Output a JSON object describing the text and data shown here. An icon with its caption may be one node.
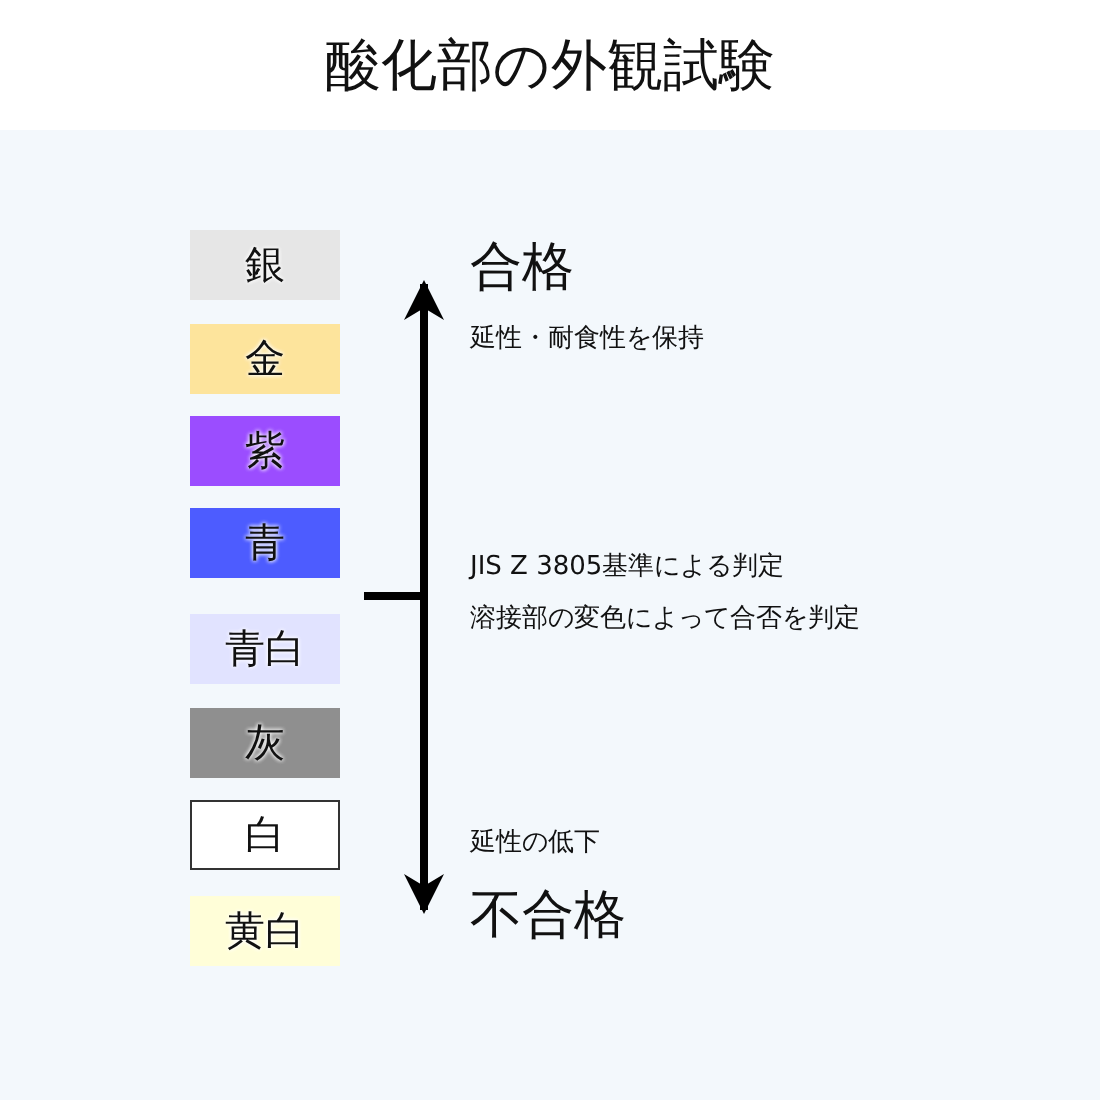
{
  "diagram": {
    "title": "酸化部の外観試験",
    "nodes": [
      {
        "text": [
          "銀"
        ]
      },
      {
        "text": [
          "金"
        ]
      },
      {
        "text": [
          "紫"
        ]
      },
      {
        "text": [
          "青"
        ]
      },
      {
        "text": [
          "青白"
        ]
      },
      {
        "text": [
          "灰"
        ]
      },
      {
        "text": [
          "白"
        ]
      },
      {
        "text": [
          "黄白"
        ]
      }
    ],
    "labels": [
      "合格",
      "延性・耐食性を保持",
      "JIS Z 3805基準による判定",
      "溶接部の変色によって合否を判定",
      "延性の低下",
      "不合格"
    ]
  }
}
